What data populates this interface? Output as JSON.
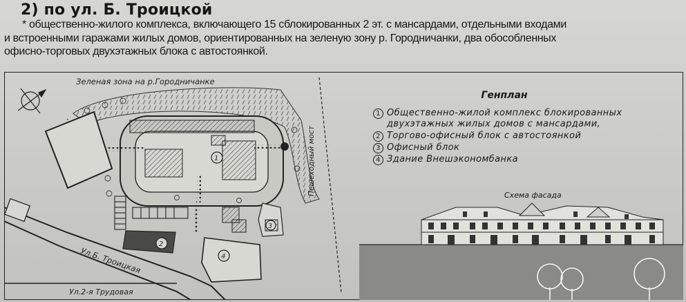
{
  "header": {
    "title": "2) по ул. Б. Троицкой"
  },
  "description": {
    "line1": "* общественно-жилого комплекса, включающего 15 сблокированных 2 эт. с мансардами, отдельными входами",
    "line2": "и встроенными гаражами жилых домов, ориентированных на зеленую зону р. Городничанки, два обособленных",
    "line3": "офисно-торговых двухэтажных блока с автостоянкой."
  },
  "plan": {
    "green_zone_label": "Зеленая зона на р.Городничанке",
    "bridge_label": "Пешеходный мост",
    "street_main": "Ул.Б. Троицкая",
    "street_second": "Ул.2-я Трудовая",
    "markers": [
      "1",
      "2",
      "3",
      "4"
    ]
  },
  "legend": {
    "title": "Генплан",
    "items": [
      {
        "num": "1",
        "lines": [
          "Общественно-жилой комплекс блокированных",
          "двухэтажных жилых домов с мансардами,"
        ]
      },
      {
        "num": "2",
        "lines": [
          "Торгово-офисный блок с автостоянкой"
        ]
      },
      {
        "num": "3",
        "lines": [
          "Офисный блок"
        ]
      },
      {
        "num": "4",
        "lines": [
          "Здание Внешэкономбанка"
        ]
      }
    ]
  },
  "facade": {
    "title": "Схема фасада"
  }
}
